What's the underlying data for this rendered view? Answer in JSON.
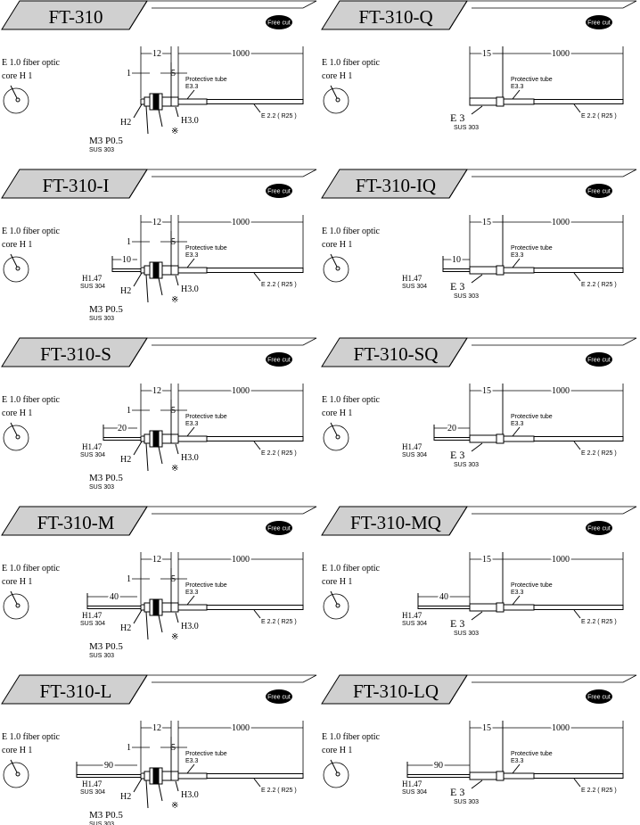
{
  "common": {
    "badge": "Free cut",
    "core_line1": "E 1.0 fiber optic",
    "core_line2": "core Η 1",
    "tube_line1": "Protective tube",
    "tube_line2": "Ε3.3",
    "cable": "E 2.2 ( R25 )",
    "len_1000": "1000",
    "len_12": "12",
    "len_15": "15",
    "len_1": "1",
    "len_5": "5",
    "tip_dia": "Η2",
    "thread": "M3 P0.5",
    "sus303": "SUS 303",
    "sus304": "SUS 304",
    "nut_dia": "Η3.0",
    "note_mark": "※",
    "sleeve": "E 3",
    "probe_dia": "Η1.47"
  },
  "panels": [
    {
      "title": "FT-310",
      "type": "m3",
      "tip": ""
    },
    {
      "title": "FT-310-Q",
      "type": "q",
      "tip": ""
    },
    {
      "title": "FT-310-I",
      "type": "m3",
      "tip": "10"
    },
    {
      "title": "FT-310-IQ",
      "type": "q",
      "tip": "10"
    },
    {
      "title": "FT-310-S",
      "type": "m3",
      "tip": "20"
    },
    {
      "title": "FT-310-SQ",
      "type": "q",
      "tip": "20"
    },
    {
      "title": "FT-310-M",
      "type": "m3",
      "tip": "40"
    },
    {
      "title": "FT-310-MQ",
      "type": "q",
      "tip": "40"
    },
    {
      "title": "FT-310-L",
      "type": "m3",
      "tip": "90"
    },
    {
      "title": "FT-310-LQ",
      "type": "q",
      "tip": "90"
    }
  ]
}
